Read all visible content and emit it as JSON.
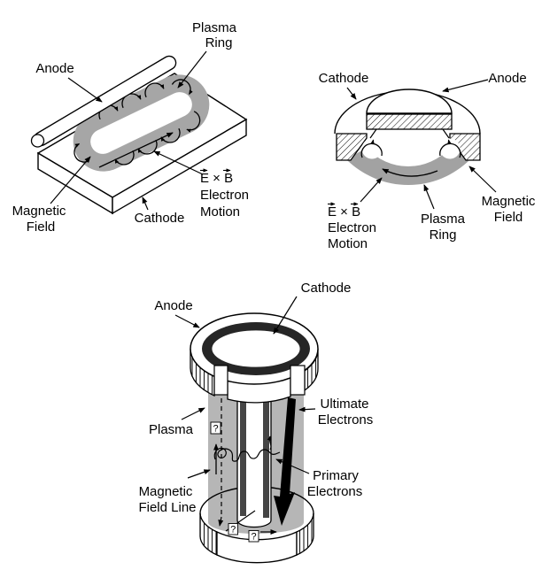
{
  "figure": {
    "colors": {
      "plasma_gray": "#a6a6a6",
      "crescent_gray": "#a2a2a2",
      "cylinder_gray": "#b6b6b6",
      "dark_ring": "#262626",
      "rod_shade": "#454545",
      "ink": "#000000"
    },
    "planar_magnetron": {
      "labels": {
        "anode": "Anode",
        "plasma_ring": [
          "Plasma",
          "Ring"
        ],
        "magnetic_field": [
          "Magnetic",
          "Field"
        ],
        "cathode": "Cathode",
        "exb_motion": [
          "E × B",
          "Electron",
          "Motion"
        ]
      }
    },
    "circular_magnetron": {
      "labels": {
        "cathode": "Cathode",
        "anode": "Anode",
        "exb_motion": [
          "E × B",
          "Electron",
          "Motion"
        ],
        "plasma_ring": [
          "Plasma",
          "Ring"
        ],
        "magnetic_field": [
          "Magnetic",
          "Field"
        ]
      }
    },
    "cylindrical_magnetron": {
      "labels": {
        "anode": "Anode",
        "cathode": "Cathode",
        "plasma": "Plasma",
        "magnetic_field_line": [
          "Magnetic",
          "Field Line"
        ],
        "ultimate_electrons": [
          "Ultimate",
          "Electrons"
        ],
        "primary_electrons": [
          "Primary",
          "Electrons"
        ],
        "question_mark": "?"
      }
    }
  }
}
